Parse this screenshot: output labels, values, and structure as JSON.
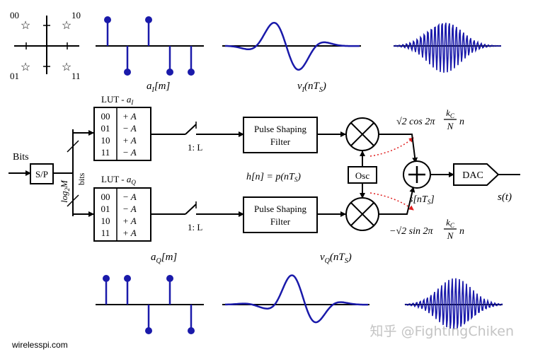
{
  "constellation": {
    "labels": [
      "00",
      "10",
      "01",
      "11"
    ]
  },
  "input": {
    "bits_label": "Bits",
    "sp_label": "S/P",
    "split_left": "log",
    "split_sub": "2",
    "split_M": "M",
    "split_right": "bits"
  },
  "lut_i": {
    "title_prefix": "LUT - ",
    "title_sym": "a",
    "title_sub": "I",
    "codes": [
      "00",
      "01",
      "10",
      "11"
    ],
    "values": [
      "+ A",
      "− A",
      "+ A",
      "− A"
    ]
  },
  "lut_q": {
    "title_prefix": "LUT - ",
    "title_sym": "a",
    "title_sub": "Q",
    "codes": [
      "00",
      "01",
      "10",
      "11"
    ],
    "values": [
      "− A",
      "− A",
      "+ A",
      "+ A"
    ]
  },
  "upsample": {
    "label": "1: L"
  },
  "pulse_shaping": {
    "line1": "Pulse Shaping",
    "line2": "Filter"
  },
  "filter_eq": "h[n] = p(nT",
  "filter_eq_sub": "S",
  "filter_eq_end": ")",
  "osc_label": "Osc",
  "dac_label": "DAC",
  "carrier_top": {
    "prefix": "√2 cos 2π",
    "num": "k",
    "num_sub": "C",
    "den": "N",
    "suffix": "n"
  },
  "carrier_bottom": {
    "prefix": "−√2 sin 2π",
    "num": "k",
    "num_sub": "C",
    "den": "N",
    "suffix": "n"
  },
  "sum_output": {
    "text": "s[nT",
    "sub": "S",
    "end": "]"
  },
  "final_output": "s(t)",
  "labels": {
    "ai_m": {
      "sym": "a",
      "sub": "I",
      "rest": "[m]"
    },
    "vi": {
      "sym": "v",
      "sub": "I",
      "rest": "(nT",
      "sub2": "S",
      "end": ")"
    },
    "aq_m": {
      "sym": "a",
      "sub": "Q",
      "rest": "[m]"
    },
    "vq": {
      "sym": "v",
      "sub": "Q",
      "rest": "(nT",
      "sub2": "S",
      "end": ")"
    }
  },
  "stems_i": [
    1,
    -1,
    1,
    -1,
    -1
  ],
  "stems_q": [
    1,
    1,
    -1,
    1,
    -1
  ],
  "footer": {
    "source": "wirelesspi.com",
    "watermark": "知乎 @FightingChiken"
  },
  "colors": {
    "signal": "#1a1aaa",
    "dotted": "#e02020",
    "line": "#000000"
  }
}
